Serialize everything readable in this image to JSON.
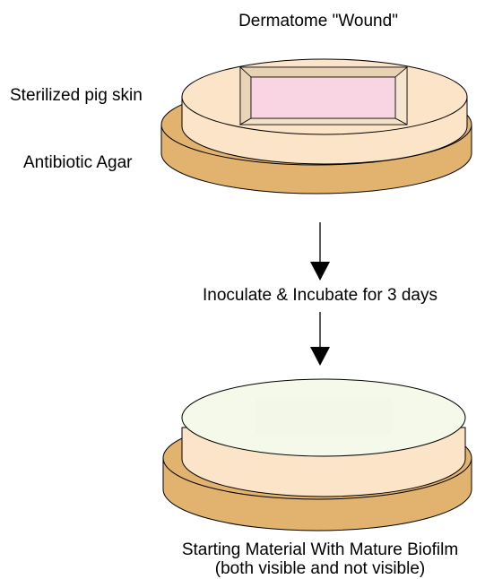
{
  "labels": {
    "wound": "Dermatome \"Wound\"",
    "skin": "Sterilized pig skin",
    "agar": "Antibiotic Agar",
    "step": "Inoculate & Incubate for 3 days",
    "result_line1": "Starting Material With Mature Biofilm",
    "result_line2": "(both visible and not visible)"
  },
  "colors": {
    "agar": "#e1b36f",
    "skin": "#fbe4c7",
    "wound": "#f9d4e2",
    "biofilm": "#f5f9e9",
    "stroke": "#000000"
  }
}
